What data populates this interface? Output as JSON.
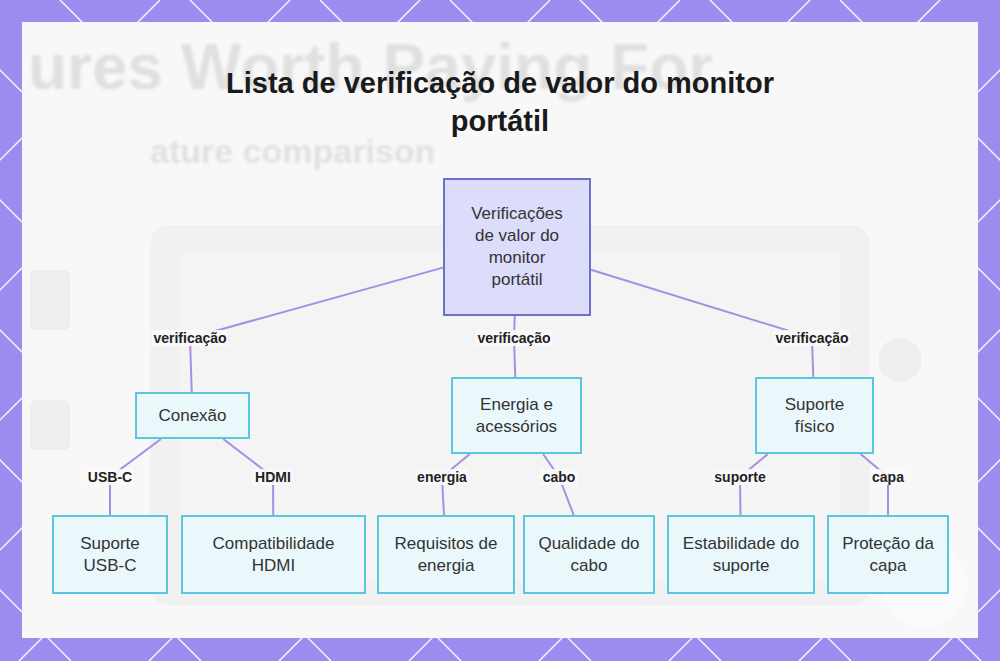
{
  "diagram": {
    "title": "Lista de verificação de valor do monitor portátil",
    "nodes": [
      {
        "text": [
          "Verificações de valor do monitor portátil"
        ]
      },
      {
        "text": [
          "Conexão"
        ]
      },
      {
        "text": [
          "Energia e acessórios"
        ]
      },
      {
        "text": [
          "Suporte físico"
        ]
      },
      {
        "text": [
          "Suporte USB-C"
        ]
      },
      {
        "text": [
          "Compatibilidade HDMI"
        ]
      },
      {
        "text": [
          "Requisitos de energia"
        ]
      },
      {
        "text": [
          "Qualidade do cabo"
        ]
      },
      {
        "text": [
          "Estabilidade do suporte"
        ]
      },
      {
        "text": [
          "Proteção da capa"
        ]
      }
    ],
    "edges": [
      {
        "from": 0,
        "to": 1,
        "label": "verificação",
        "arrow": "none"
      },
      {
        "from": 0,
        "to": 2,
        "label": "verificação",
        "arrow": "none"
      },
      {
        "from": 0,
        "to": 3,
        "label": "verificação",
        "arrow": "none"
      },
      {
        "from": 1,
        "to": 4,
        "label": "USB-C",
        "arrow": "none"
      },
      {
        "from": 1,
        "to": 5,
        "label": "HDMI",
        "arrow": "none"
      },
      {
        "from": 2,
        "to": 6,
        "label": "energia",
        "arrow": "none"
      },
      {
        "from": 2,
        "to": 7,
        "label": "cabo",
        "arrow": "none"
      },
      {
        "from": 3,
        "to": 8,
        "label": "suporte",
        "arrow": "none"
      },
      {
        "from": 3,
        "to": 9,
        "label": "capa",
        "arrow": "none"
      }
    ],
    "labels": [
      "ures Worth Paying For",
      "ature comparison"
    ]
  }
}
